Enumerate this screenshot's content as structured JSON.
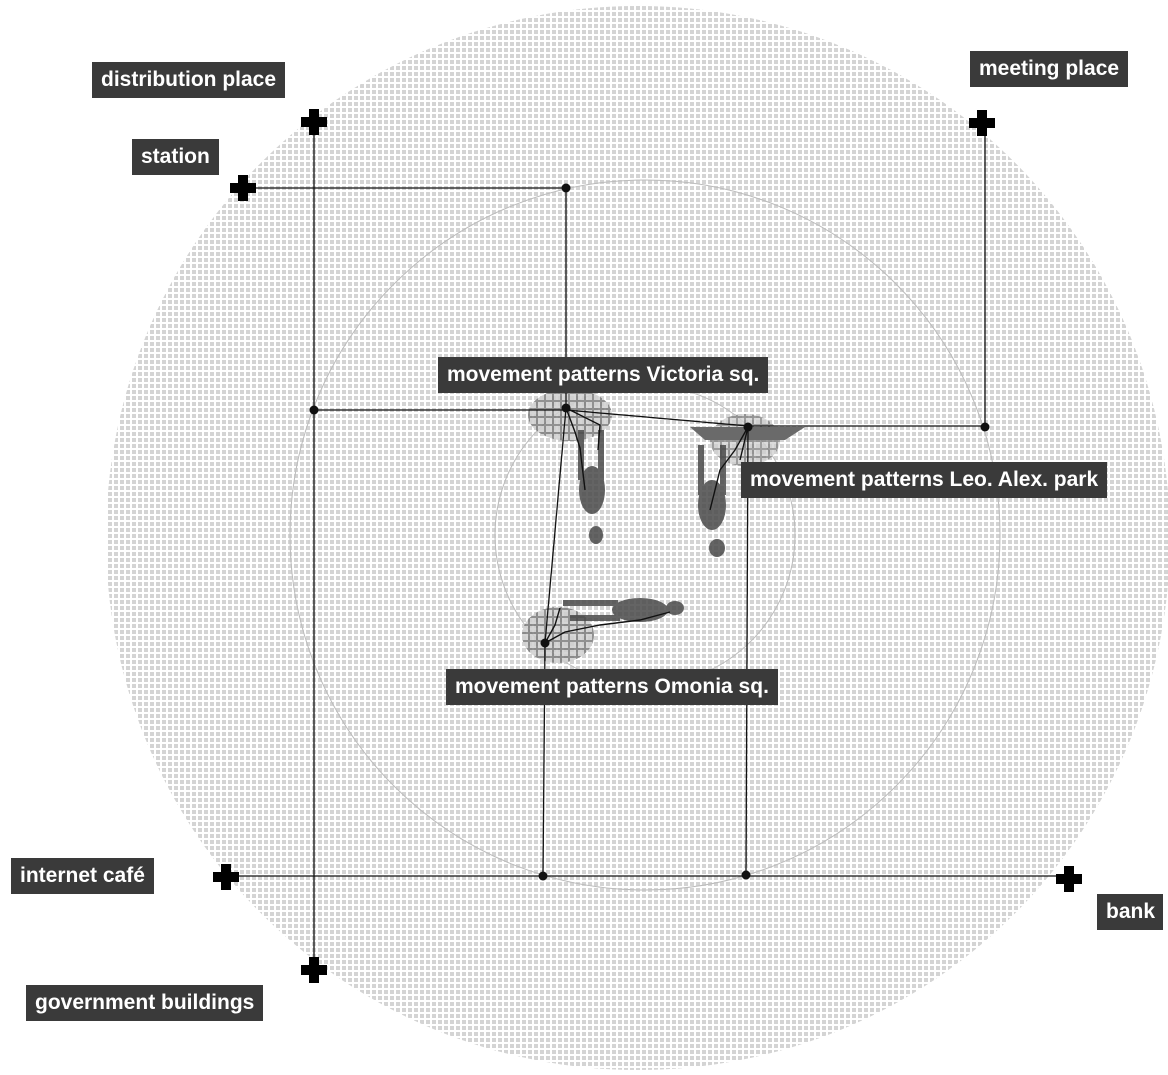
{
  "labels": {
    "distribution_place": "distribution place",
    "meeting_place": "meeting place",
    "station": "station",
    "internet_cafe": "internet café",
    "bank": "bank",
    "government_buildings": "government buildings",
    "victoria": "movement patterns Victoria sq.",
    "leo_alex": "movement patterns Leo. Alex. park",
    "omonia": "movement patterns Omonia sq."
  },
  "colors": {
    "label_bg": "#3a3a3a",
    "label_text": "#ffffff",
    "grid_fill": "#d6d6d6",
    "path": "#111111",
    "marker": "#000000"
  },
  "icons": {
    "destination": "plus-marker-icon",
    "node": "junction-dot-icon",
    "pedestrian": "pedestrian-figure-icon"
  }
}
